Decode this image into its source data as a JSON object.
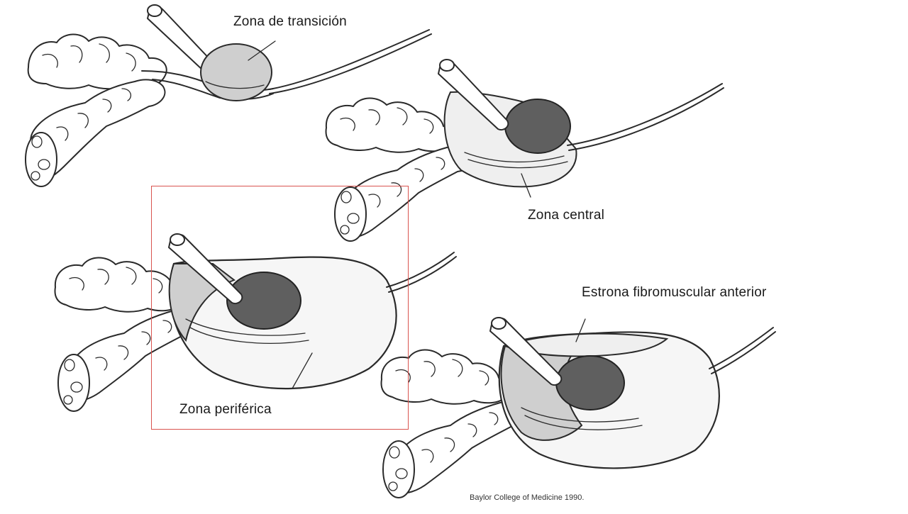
{
  "labels": {
    "transition_zone": "Zona de transición",
    "central_zone": "Zona central",
    "anterior_stroma": "Estrona fibromuscular anterior",
    "peripheral_zone": "Zona periférica"
  },
  "credit": "Baylor College of Medicine 1990.",
  "colors": {
    "highlight_border": "#d9534f",
    "ink": "#2a2a2a",
    "transition_fill": "#cfcfcf",
    "dark_fill": "#5f5f5f"
  }
}
